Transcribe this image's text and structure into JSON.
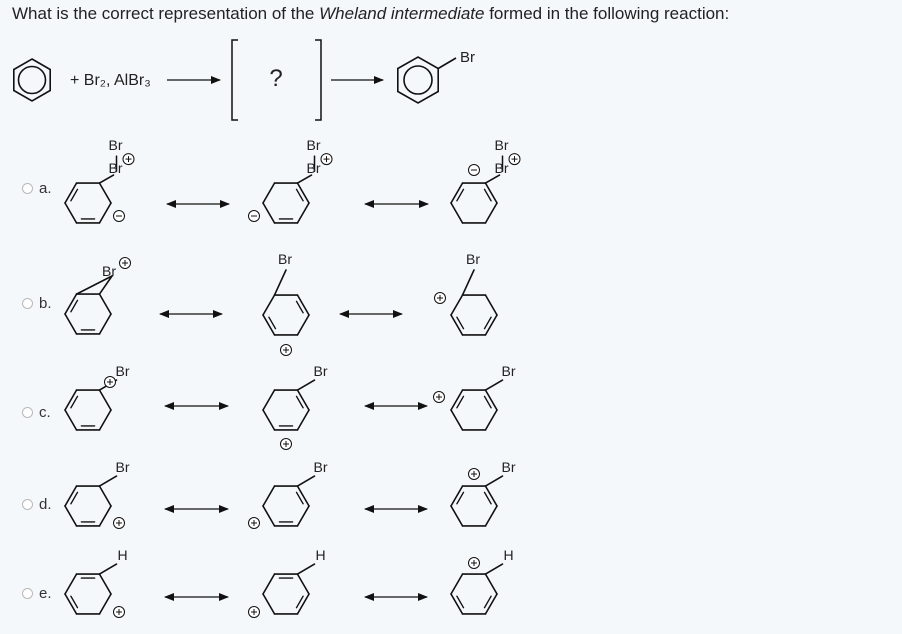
{
  "question": {
    "before": "What is the correct representation of the ",
    "emph": "Wheland intermediate",
    "after": " formed in the following reaction:"
  },
  "reaction": {
    "reagents": "+ Br₂, AlBr₃",
    "unknown": "?",
    "product_sub": "Br"
  },
  "options": [
    {
      "label": "a.",
      "subs": [
        "Br",
        "Br",
        "Br",
        "Br",
        "Br",
        "Br"
      ]
    },
    {
      "label": "b.",
      "subs": [
        "Br",
        "Br",
        "Br"
      ]
    },
    {
      "label": "c.",
      "subs": [
        "Br",
        "Br",
        "Br"
      ]
    },
    {
      "label": "d.",
      "subs": [
        "Br",
        "Br",
        "Br"
      ]
    },
    {
      "label": "e.",
      "subs": [
        "H",
        "H",
        "H"
      ]
    }
  ],
  "charges": {
    "plus": "+",
    "minus": "−"
  }
}
